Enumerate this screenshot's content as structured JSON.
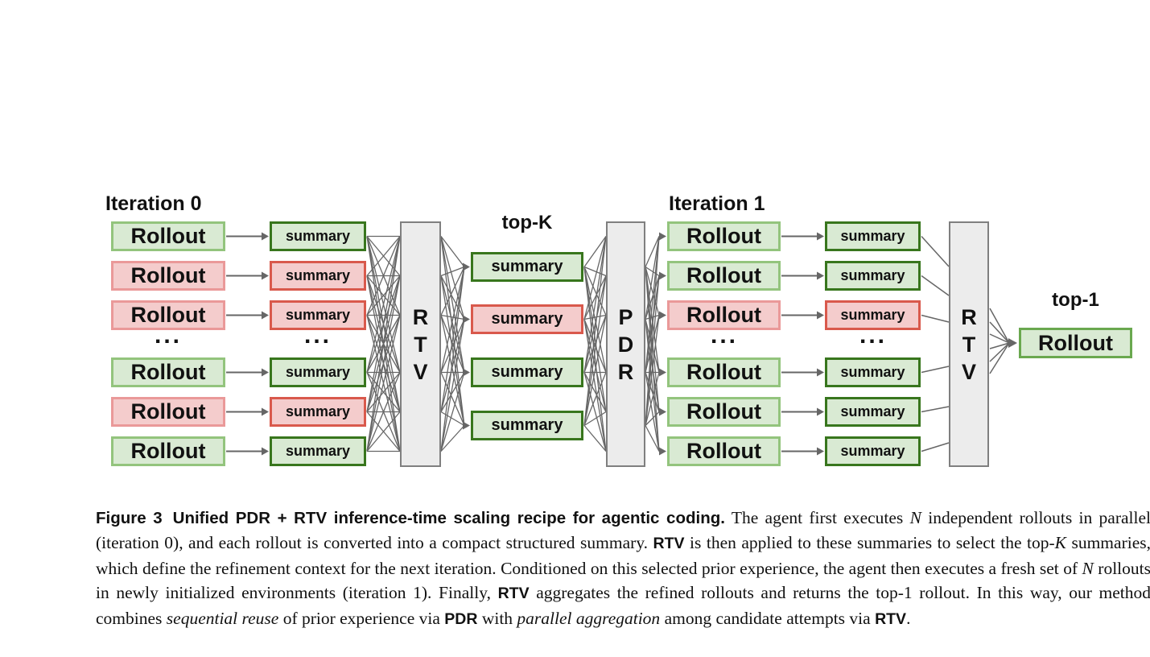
{
  "colors": {
    "green_fill": "#d9ead3",
    "green_border_light": "#93c47d",
    "green_border_dark": "#38761d",
    "green_border_top1": "#6aa84f",
    "red_fill": "#f4cccc",
    "red_border_light": "#ea9999",
    "red_border_dark": "#d9594c",
    "bar_fill": "#ececec",
    "bar_border": "#7f7f7f",
    "wire_color": "#666666",
    "text_color": "#111111"
  },
  "diagram": {
    "iteration0_label": "Iteration 0",
    "iteration1_label": "Iteration 1",
    "topk_label": "top-K",
    "top1_label": "top-1",
    "rollout_label": "Rollout",
    "summary_label": "summary",
    "ellipsis": "...",
    "rtv_letters": [
      "R",
      "T",
      "V"
    ],
    "pdr_letters": [
      "P",
      "D",
      "R"
    ],
    "iter0_status": [
      "good",
      "bad",
      "bad",
      "good",
      "bad",
      "good"
    ],
    "topk_status": [
      "good",
      "bad",
      "good",
      "good"
    ],
    "iter1_status": [
      "good",
      "good",
      "bad",
      "good",
      "good",
      "good"
    ],
    "top1_status": "good"
  },
  "caption": {
    "segments": [
      {
        "text": "Figure 3",
        "style": "figlabel"
      },
      {
        "text": "Unified PDR + RTV inference-time scaling recipe for agentic coding.",
        "style": "boldsans"
      },
      {
        "text": " The agent first executes ",
        "style": "serif"
      },
      {
        "text": "N",
        "style": "mathit"
      },
      {
        "text": " independent rollouts in parallel (iteration 0), and each rollout is converted into a compact structured summary. ",
        "style": "serif"
      },
      {
        "text": "RTV",
        "style": "boldsans-sm"
      },
      {
        "text": " is then applied to these summaries to select the top-",
        "style": "serif"
      },
      {
        "text": "K",
        "style": "mathit"
      },
      {
        "text": " summaries, which define the refinement context for the next iteration. Conditioned on this selected prior experience, the agent then executes a fresh set of ",
        "style": "serif"
      },
      {
        "text": "N",
        "style": "mathit"
      },
      {
        "text": " rollouts in newly initialized environments (iteration 1). Finally, ",
        "style": "serif"
      },
      {
        "text": "RTV",
        "style": "boldsans-sm"
      },
      {
        "text": " aggregates the refined rollouts and returns the top-1 rollout. In this way, our method combines ",
        "style": "serif"
      },
      {
        "text": "sequential reuse",
        "style": "serifit"
      },
      {
        "text": " of prior experience via ",
        "style": "serif"
      },
      {
        "text": "PDR",
        "style": "boldsans-sm"
      },
      {
        "text": " with ",
        "style": "serif"
      },
      {
        "text": "parallel aggregation",
        "style": "serifit"
      },
      {
        "text": " among candidate attempts via ",
        "style": "serif"
      },
      {
        "text": "RTV",
        "style": "boldsans-sm"
      },
      {
        "text": ".",
        "style": "serif"
      }
    ]
  }
}
